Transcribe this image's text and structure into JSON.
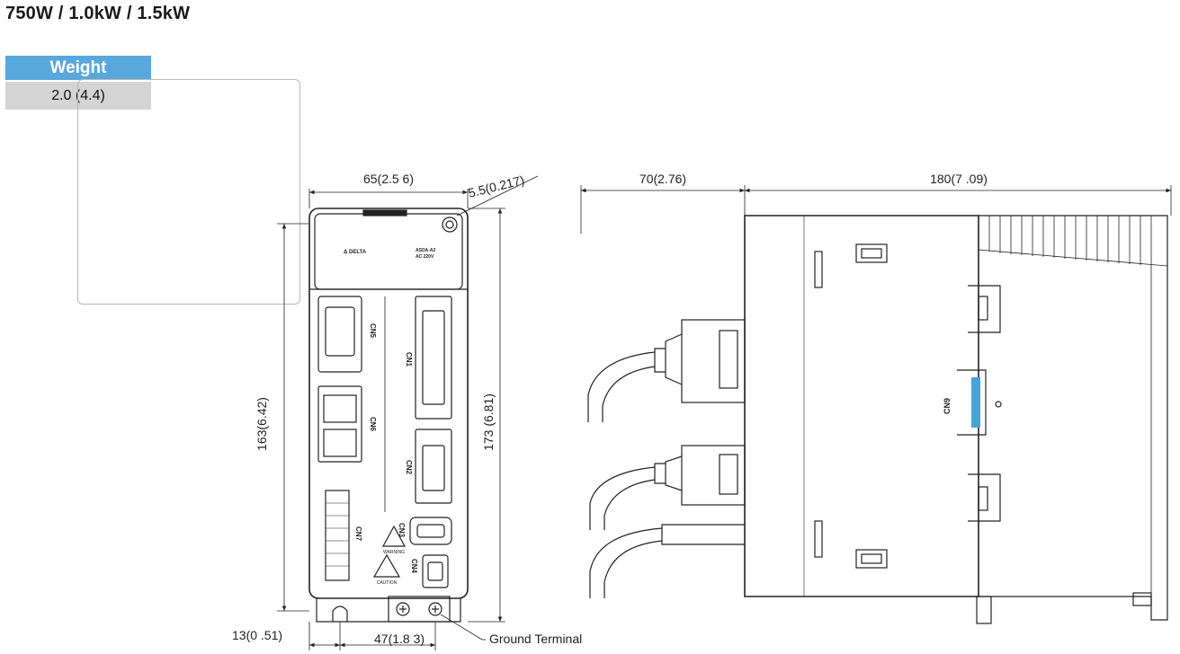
{
  "title": "750W / 1.0kW / 1.5kW",
  "weight_table": {
    "header": "Weight",
    "value": "2.0 (4.4)"
  },
  "front_view": {
    "dim_width": "65(2.5 6)",
    "dim_corner": "5.5(0.217)",
    "dim_height_left": "163(6.42)",
    "dim_height_right": "173 (6.81)",
    "dim_bottom_left": "13(0 .51)",
    "dim_bottom_right": "47(1.8 3)",
    "ground_terminal_label": "Ground Terminal",
    "brand_text": "Δ DELTA",
    "model_text_1": "ASDA-A2",
    "model_text_2": "AC 220V",
    "connectors": {
      "cn5": "CN5",
      "cn1": "CN1",
      "cn6": "CN6",
      "cn2": "CN2",
      "cn7": "CN7",
      "cn3": "CN3",
      "cn4": "CN4"
    },
    "warning_text": "WARNING",
    "caution_text": "CAUTION"
  },
  "side_view": {
    "dim_cable": "70(2.76)",
    "dim_depth": "180(7 .09)",
    "cn9_label": "CN9"
  }
}
